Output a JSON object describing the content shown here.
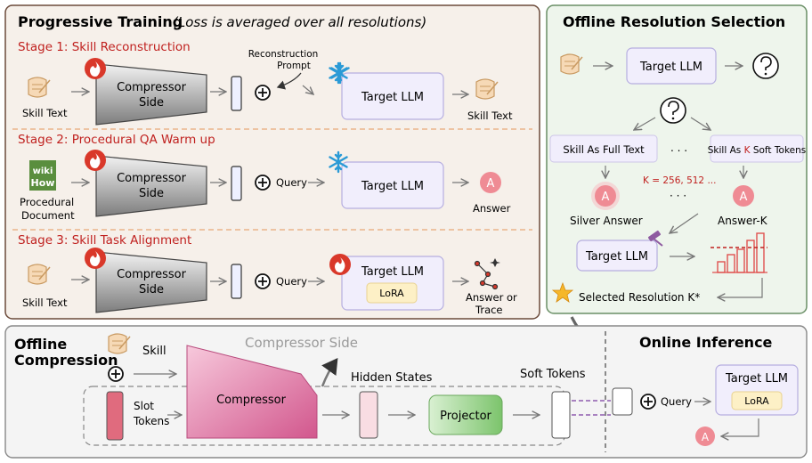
{
  "training": {
    "title": "Progressive Training",
    "subtitle": "(Loss is averaged over all resolutions)",
    "stage1": {
      "title": "Stage 1: Skill Reconstruction",
      "input": "Skill Text",
      "compressor_line1": "Compressor",
      "compressor_line2": "Side",
      "prompt_line1": "Reconstruction",
      "prompt_line2": "Prompt",
      "llm": "Target LLM",
      "output": "Skill Text"
    },
    "stage2": {
      "title": "Stage 2: Procedural QA Warm up",
      "logo_line1": "wiki",
      "logo_line2": "How",
      "input_line1": "Procedural",
      "input_line2": "Document",
      "compressor_line1": "Compressor",
      "compressor_line2": "Side",
      "query": "Query",
      "llm": "Target LLM",
      "answer_badge": "A",
      "output": "Answer"
    },
    "stage3": {
      "title": "Stage 3: Skill Task Alignment",
      "input": "Skill Text",
      "compressor_line1": "Compressor",
      "compressor_line2": "Side",
      "query": "Query",
      "llm": "Target LLM",
      "lora": "LoRA",
      "output_line1": "Answer or",
      "output_line2": "Trace"
    }
  },
  "selection": {
    "title": "Offline Resolution Selection",
    "target_llm": "Target LLM",
    "full_text": "Skill As Full Text",
    "dots": ". . .",
    "soft_prefix": "Skill As",
    "soft_k": "K",
    "soft_suffix": "Soft Tokens",
    "k_values": "K = 256, 512 ...",
    "dots_mid": "· · ·",
    "silver_badge": "A",
    "silver": "Silver Answer",
    "answerk_badge": "A",
    "answer_k": "Answer-K",
    "judge_llm": "Target LLM",
    "selected": "Selected Resolution K*"
  },
  "compression": {
    "title_line1": "Offline",
    "title_line2": "Compression",
    "skill": "Skill",
    "compressor_side": "Compressor Side",
    "slot_line1": "Slot",
    "slot_line2": "Tokens",
    "compressor": "Compressor",
    "hidden_states": "Hidden States",
    "projector": "Projector",
    "soft_tokens": "Soft Tokens"
  },
  "online": {
    "title": "Online Inference",
    "query": "Query",
    "llm": "Target LLM",
    "lora": "LoRA",
    "answer_badge": "A"
  },
  "colors": {
    "training_bg": "#f6f0ea",
    "training_border": "#6b4a3a",
    "selection_bg": "#eef5ec",
    "selection_border": "#6a8f66",
    "stage_red": "#c0211f",
    "llm_bg": "#f1eefc",
    "llm_border": "#b6aee0",
    "compressor_pink": "#d9729f",
    "projector_green": "#8ccf7e",
    "answer_pink": "#ef8b94"
  }
}
